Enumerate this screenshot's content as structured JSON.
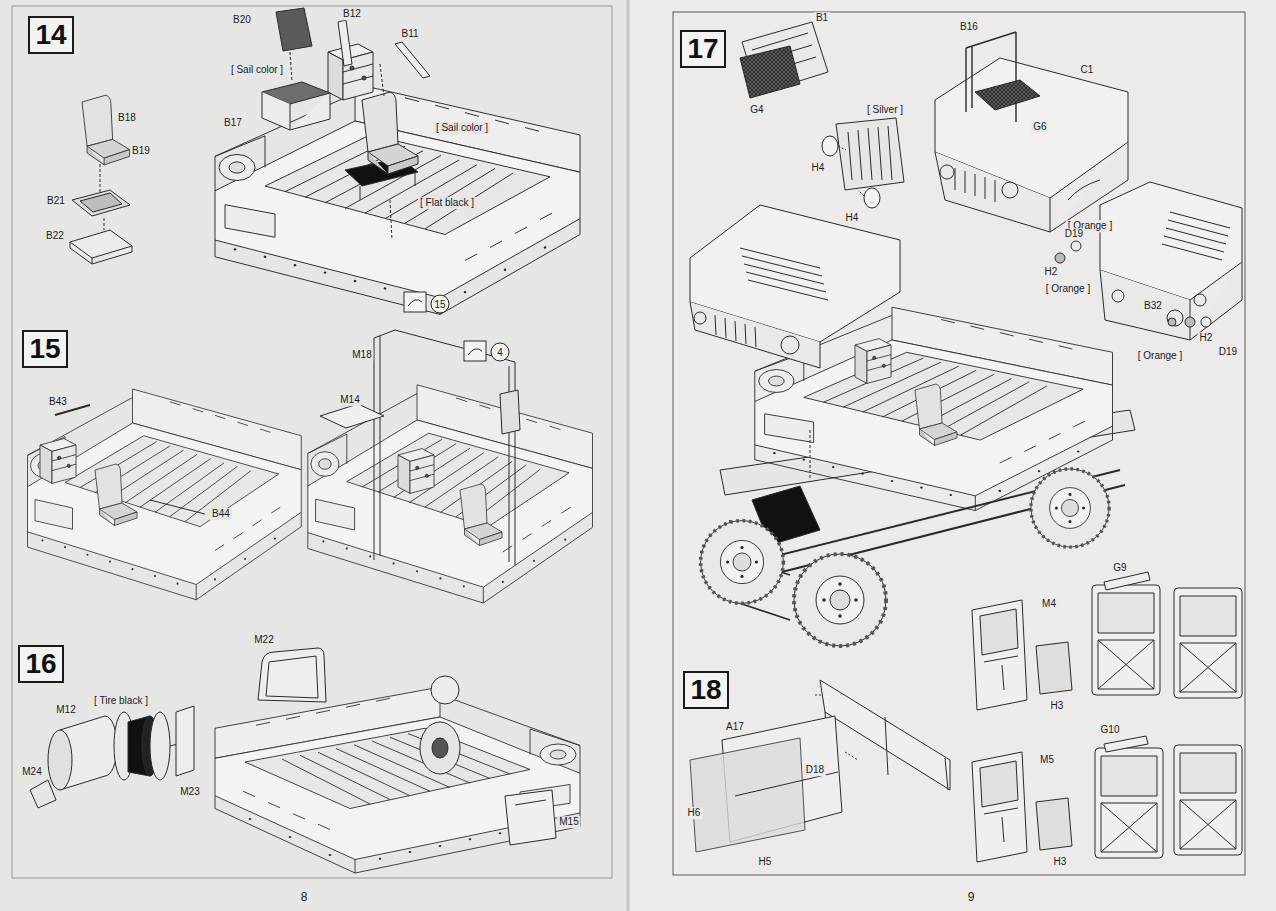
{
  "diagram": {
    "nodes": [
      {
        "text": [
          "14"
        ]
      },
      {
        "text": [
          "15"
        ]
      },
      {
        "text": [
          "16"
        ]
      },
      {
        "text": [
          "17"
        ]
      },
      {
        "text": [
          "18"
        ]
      }
    ],
    "labels": [
      "B20",
      "B12",
      "B11",
      "[ Sail color ]",
      "B17",
      "[ Sail color ]",
      "B18",
      "B19",
      "B21",
      "B22",
      "[ Flat black ]",
      "15",
      "B43",
      "B44",
      "M18",
      "M14",
      "4",
      "M22",
      "[ Tire black ]",
      "M12",
      "M24",
      "M23",
      "M15",
      "B1",
      "G4",
      "B16",
      "C1",
      "G6",
      "[ Silver ]",
      "H4",
      "H4",
      "[ Orange ]",
      "D19",
      "H2",
      "[ Orange ]",
      "B32",
      "H2",
      "D19",
      "[ Orange ]",
      "A17",
      "D18",
      "H6",
      "H5",
      "M4",
      "H3",
      "G9",
      "M5",
      "H3",
      "G10",
      "8",
      "9"
    ]
  }
}
